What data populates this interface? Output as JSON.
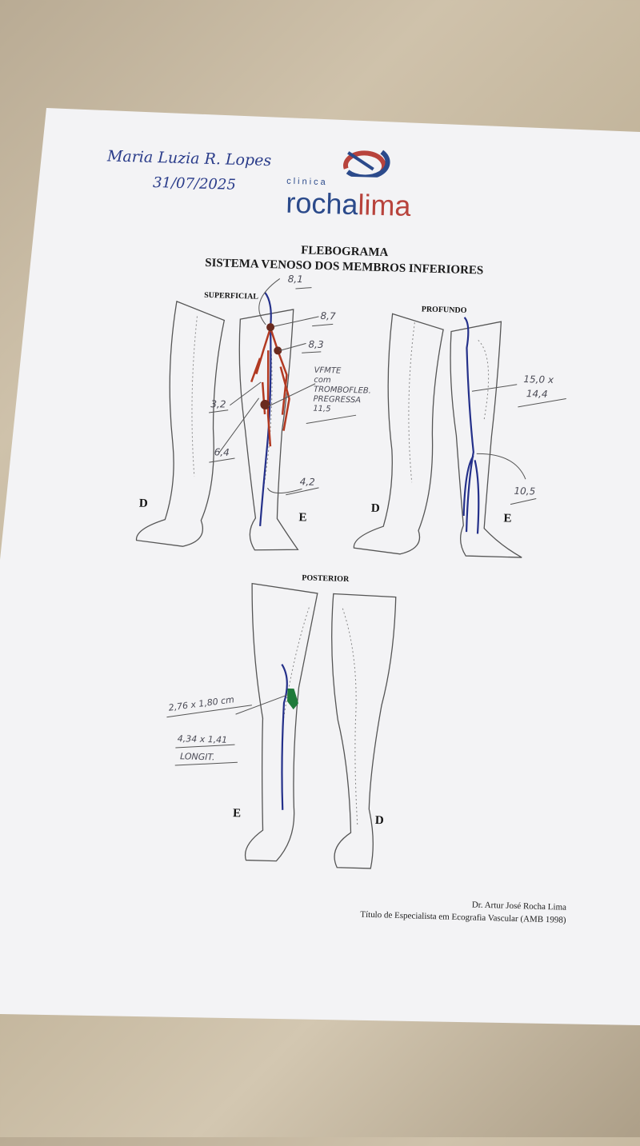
{
  "patient": {
    "name": "Maria Luzia R. Lopes",
    "date": "31/07/2025"
  },
  "logo": {
    "prefix": "clinica",
    "name_part1": "rocha",
    "name_part2": "lima",
    "colors": {
      "blue": "#2b4a8b",
      "red": "#b8433c"
    }
  },
  "header": {
    "title": "FLEBOGRAMA",
    "subtitle": "SISTEMA VENOSO DOS MEMBROS INFERIORES"
  },
  "diagrams": {
    "superficial": {
      "label": "SUPERFICIAL",
      "right": "D",
      "left": "E",
      "annotations": [
        "8,1",
        "8,7",
        "8,3",
        "3,2",
        "6,4",
        "4,2"
      ],
      "note": [
        "VFMTE",
        "com",
        "TROMBOFLEB.",
        "PREGRESSA",
        "11,5"
      ]
    },
    "profundo": {
      "label": "PROFUNDO",
      "right": "D",
      "left": "E",
      "annotations": [
        "15,0 x",
        "14,4",
        "10,5"
      ]
    },
    "posterior": {
      "label": "POSTERIOR",
      "left": "E",
      "right": "D",
      "annotations": [
        "2,76 x 1,80 cm",
        "4,34 x 1,41",
        "LONGIT."
      ]
    }
  },
  "signature": {
    "doctor": "Dr. Artur José Rocha Lima",
    "credential": "Título de Especialista em Ecografia Vascular (AMB 1998)"
  },
  "colors": {
    "paper": "#f4f4f6",
    "vein_blue": "#24308a",
    "vein_red": "#b23a22",
    "lesion_green": "#1f7a3a"
  }
}
